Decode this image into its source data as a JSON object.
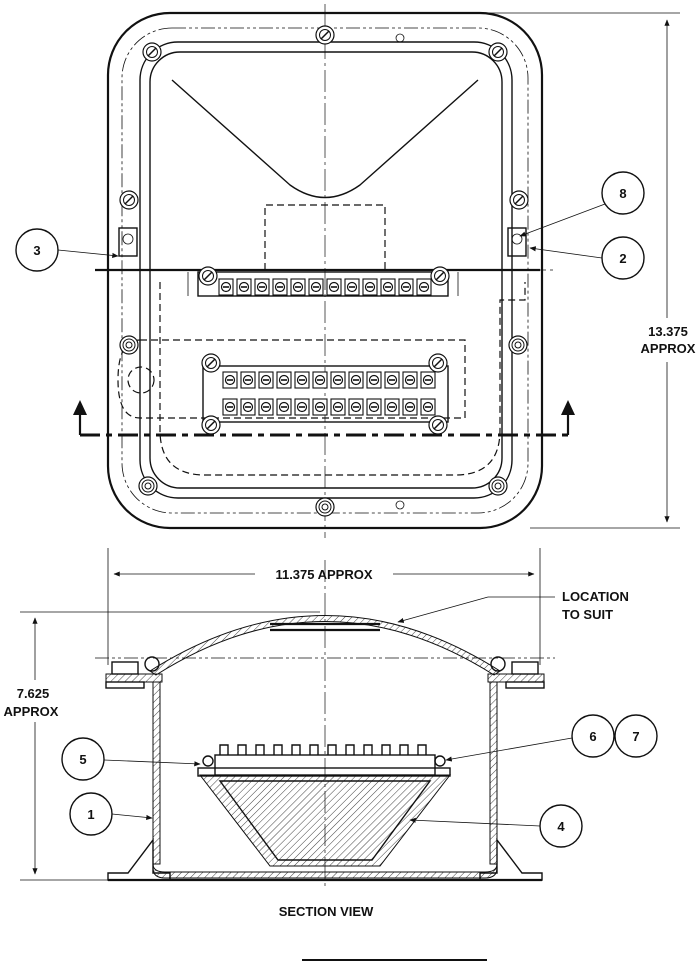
{
  "dimensions": {
    "width_label": "11.375 APPROX",
    "height_top_value": "13.375",
    "height_top_unit": "APPROX",
    "height_bottom_value": "7.625",
    "height_bottom_unit": "APPROX"
  },
  "notes": {
    "location_line1": "LOCATION",
    "location_line2": "TO SUIT"
  },
  "view_labels": {
    "section_view": "SECTION VIEW"
  },
  "balloons": {
    "b1": "1",
    "b2": "2",
    "b3": "3",
    "b4": "4",
    "b5": "5",
    "b6": "6",
    "b7": "7",
    "b8": "8"
  }
}
